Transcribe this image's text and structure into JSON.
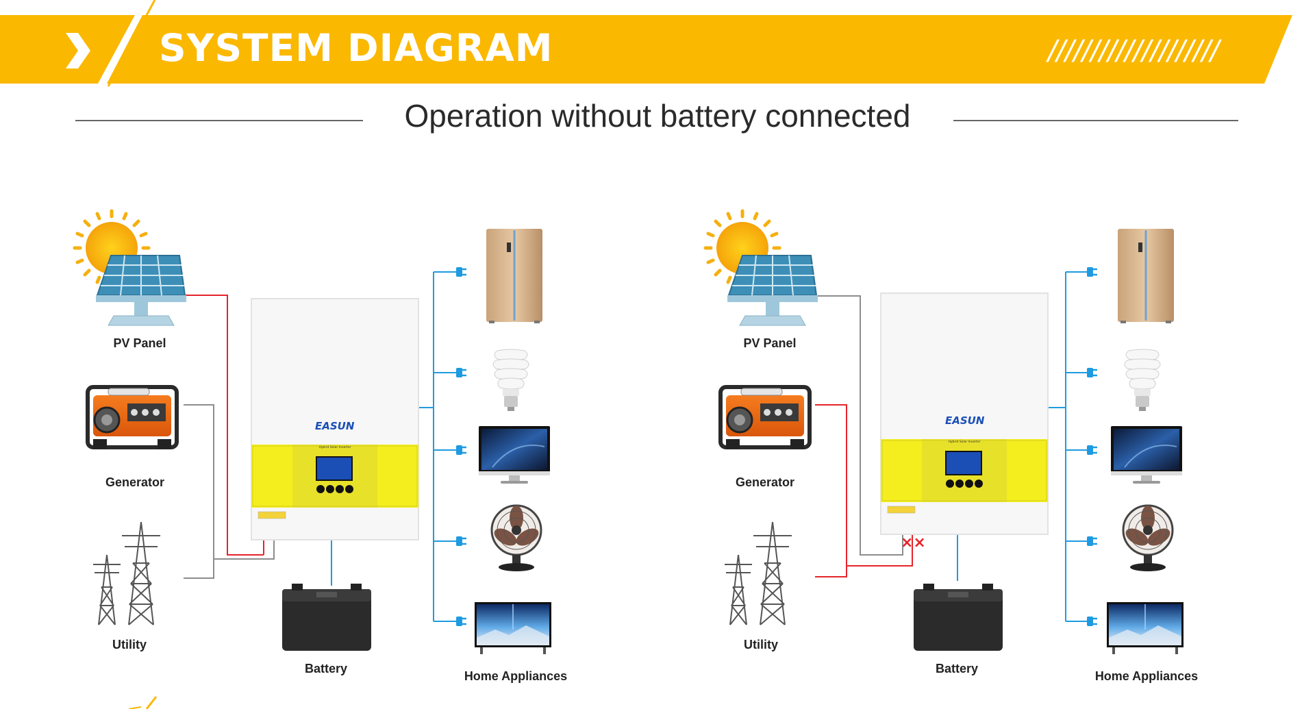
{
  "header": {
    "title": "SYSTEM DIAGRAM",
    "hatch": "////////////////////",
    "bar_color": "#FBB800"
  },
  "subtitle": "Operation without battery connected",
  "colors": {
    "line_red": "#E5232A",
    "line_gray": "#8C8C8C",
    "line_blue": "#1E9BE0",
    "inverter_panel": "#F4EE1F",
    "battery": "#2B2B2B"
  },
  "diagrams": [
    {
      "labels": {
        "pv": "PV Panel",
        "generator": "Generator",
        "utility": "Utility",
        "battery": "Battery",
        "appliances": "Home Appliances"
      },
      "inverter": {
        "brand": "EASUN",
        "panel_text": "Hybrid Solar Inverter"
      },
      "active_source": "pv",
      "blocked_marks": ""
    },
    {
      "labels": {
        "pv": "PV Panel",
        "generator": "Generator",
        "utility": "Utility",
        "battery": "Battery",
        "appliances": "Home Appliances"
      },
      "inverter": {
        "brand": "EASUN",
        "panel_text": "Hybrid Solar Inverter"
      },
      "active_source": "generator+utility",
      "blocked_marks": "××"
    }
  ],
  "appliances": [
    "refrigerator",
    "light-bulb",
    "monitor",
    "fan",
    "television"
  ]
}
